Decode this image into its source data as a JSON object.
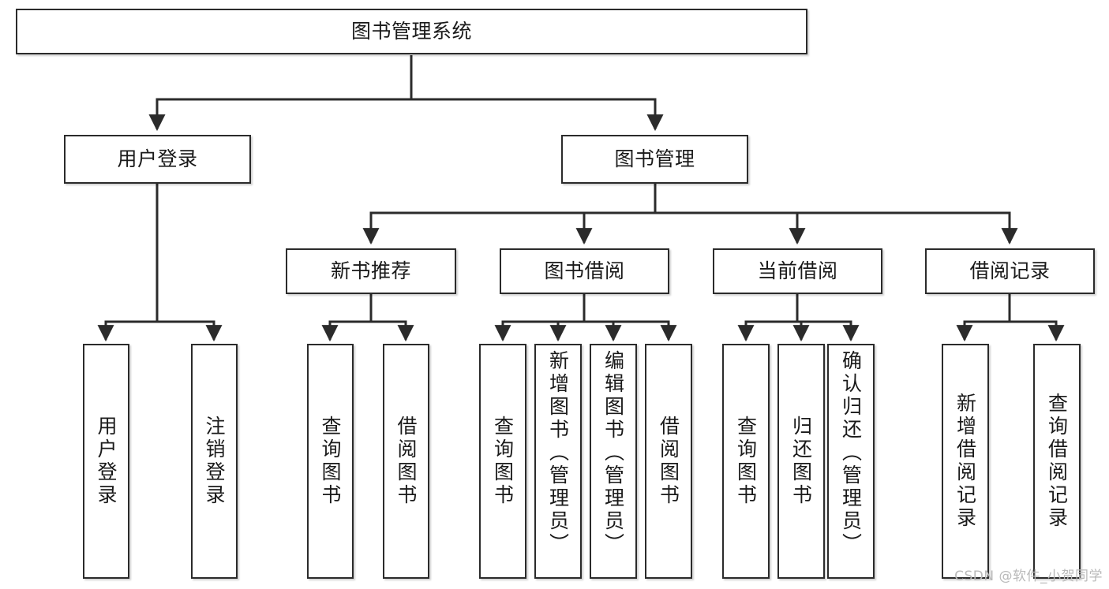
{
  "diagram": {
    "title": "图书管理系统",
    "watermark": "CSDN @软件_小贺同学",
    "colors": {
      "stroke": "#2b2b2b",
      "fill": "#ffffff",
      "text": "#1a1a1a",
      "watermark": "#b9b9b9"
    },
    "nodes": {
      "root": {
        "label": "图书管理系统"
      },
      "level2": [
        {
          "id": "user-login",
          "label": "用户登录"
        },
        {
          "id": "book-management",
          "label": "图书管理"
        }
      ],
      "level3": [
        {
          "id": "new-book-recommend",
          "label": "新书推荐"
        },
        {
          "id": "book-borrow",
          "label": "图书借阅"
        },
        {
          "id": "current-borrow",
          "label": "当前借阅"
        },
        {
          "id": "borrow-record",
          "label": "借阅记录"
        }
      ],
      "leaves": {
        "user_login": [
          {
            "id": "leaf-user-login",
            "label": "用户登录"
          },
          {
            "id": "leaf-logout-login",
            "label": "注销登录"
          }
        ],
        "new_book_recommend": [
          {
            "id": "leaf-query-book-1",
            "label": "查询图书"
          },
          {
            "id": "leaf-borrow-book-1",
            "label": "借阅图书"
          }
        ],
        "book_borrow": [
          {
            "id": "leaf-query-book-2",
            "label": "查询图书"
          },
          {
            "id": "leaf-add-book",
            "label": "新增图书（管理员）"
          },
          {
            "id": "leaf-edit-book",
            "label": "编辑图书（管理员）"
          },
          {
            "id": "leaf-borrow-book-2",
            "label": "借阅图书"
          }
        ],
        "current_borrow": [
          {
            "id": "leaf-query-book-3",
            "label": "查询图书"
          },
          {
            "id": "leaf-return-book",
            "label": "归还图书"
          },
          {
            "id": "leaf-confirm-return",
            "label": "确认归还（管理员）"
          }
        ],
        "borrow_record": [
          {
            "id": "leaf-add-record",
            "label": "新增借阅记录"
          },
          {
            "id": "leaf-query-record",
            "label": "查询借阅记录"
          }
        ]
      }
    }
  }
}
